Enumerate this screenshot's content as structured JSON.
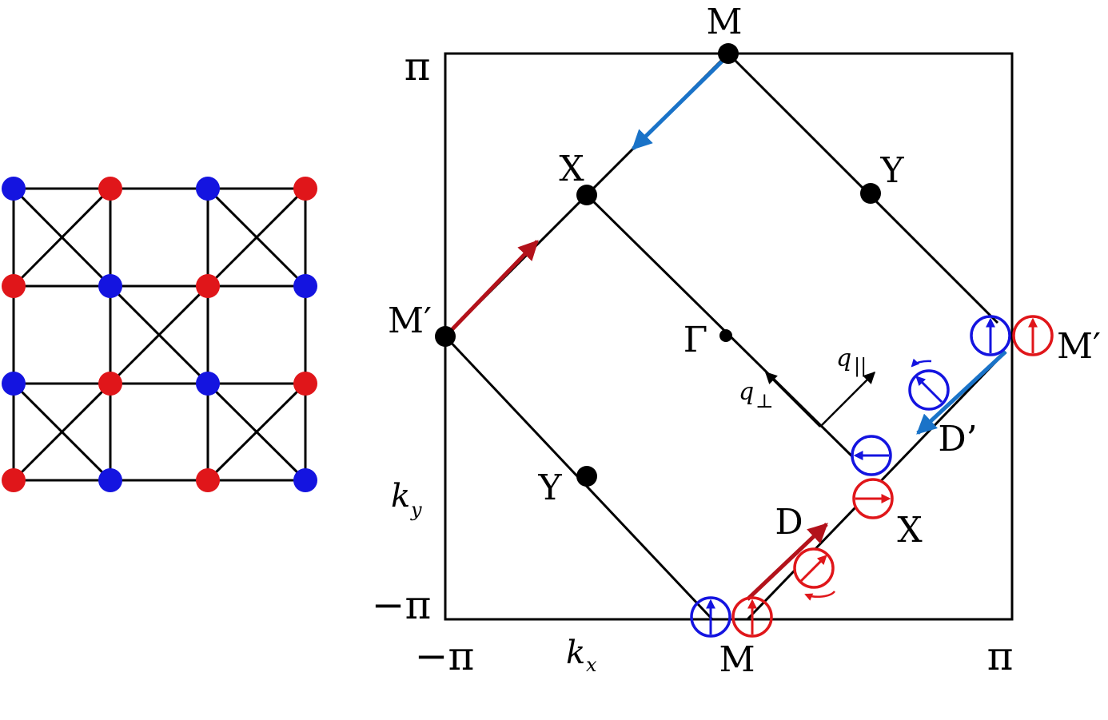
{
  "colors": {
    "line": "#000000",
    "red": "#e0161a",
    "blue": "#1414e0",
    "dark_red": "#b3121b",
    "light_blue": "#1a73c8"
  },
  "lattice": {
    "rows": [
      [
        "blue",
        "red",
        "blue",
        "red"
      ],
      [
        "red",
        "blue",
        "red",
        "blue"
      ],
      [
        "blue",
        "red",
        "blue",
        "red"
      ],
      [
        "red",
        "blue",
        "red",
        "blue"
      ]
    ],
    "crossed_plaquettes": [
      [
        0,
        0
      ],
      [
        0,
        2
      ],
      [
        1,
        1
      ],
      [
        2,
        0
      ],
      [
        2,
        2
      ]
    ]
  },
  "bz": {
    "x_min_label": "−π",
    "x_max_label": "π",
    "y_min_label": "−π",
    "y_max_label": "π",
    "x_axis_label": "k",
    "x_axis_sub": "x",
    "y_axis_label": "k",
    "y_axis_sub": "y"
  },
  "points": {
    "M_top": "M",
    "M_bottom": "M",
    "M_prime_left": "M′",
    "M_prime_right": "M′",
    "X_upper": "X",
    "X_lower": "X",
    "Y_upper": "Y",
    "Y_lower": "Y",
    "Gamma": "Γ",
    "D": "D",
    "D_prime": "D’",
    "q_parallel": "q",
    "q_parallel_sub": "||",
    "q_perp": "q",
    "q_perp_sub": "⊥"
  }
}
